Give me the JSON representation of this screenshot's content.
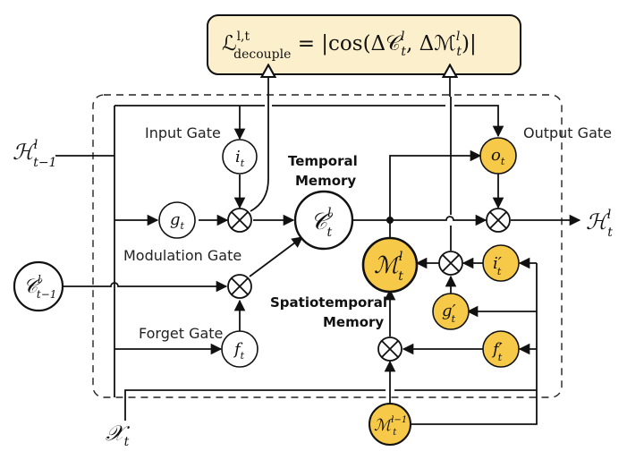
{
  "colors": {
    "accent_node": "#F7C948",
    "formula_box_fill": "#FCF0CC",
    "stroke": "#111111",
    "dashed_border": "#222222"
  },
  "formula": {
    "lhs_main": "ℒ",
    "lhs_sup": "l,t",
    "lhs_sub": "decouple",
    "rhs": " = |cos(Δ𝒞",
    "rhs_sup1": "l",
    "rhs_sub1": "t",
    "rhs_mid": ", Δℳ",
    "rhs_sup2": "l",
    "rhs_sub2": "t",
    "rhs_end": ")|"
  },
  "labels": {
    "input_gate": "Input Gate",
    "output_gate": "Output Gate",
    "modulation_gate": "Modulation Gate",
    "forget_gate": "Forget Gate",
    "temporal_memory_line1": "Temporal",
    "temporal_memory_line2": "Memory",
    "spatiotemporal_memory_line1": "Spatiotemporal",
    "spatiotemporal_memory_line2": "Memory"
  },
  "io": {
    "h_prev_main": "ℋ",
    "h_prev_sup": "l",
    "h_prev_sub": "t−1",
    "c_prev_main": "𝒞",
    "c_prev_sup": "l",
    "c_prev_sub": "t−1",
    "x_main": "𝒳",
    "x_sub": "t",
    "h_out_main": "ℋ",
    "h_out_sup": "l",
    "h_out_sub": "t",
    "m_prev_main": "ℳ",
    "m_prev_sup": "l−1",
    "m_prev_sub": "t"
  },
  "nodes": {
    "i_main": "i",
    "i_sub": "t",
    "g_main": "g",
    "g_sub": "t",
    "f_main": "f",
    "f_sub": "t",
    "o_main": "o",
    "o_sub": "t",
    "c_main": "𝒞",
    "c_sup": "l",
    "c_sub": "t",
    "m_main": "ℳ",
    "m_sup": "l",
    "m_sub": "t",
    "ip_main": "i′",
    "ip_sub": "t",
    "gp_main": "g′",
    "gp_sub": "t",
    "fp_main": "f′",
    "fp_sub": "t",
    "times_symbol": "×"
  }
}
